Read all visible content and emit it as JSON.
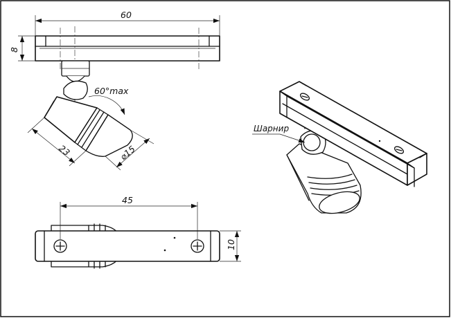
{
  "dimensions": {
    "width_top": "60",
    "height_top": "8",
    "rotation": "60°max",
    "length_head": "23",
    "diameter_head": "⌀15",
    "mount_spacing": "45",
    "height_plan": "10"
  },
  "labels": {
    "joint": "Шарнир"
  }
}
